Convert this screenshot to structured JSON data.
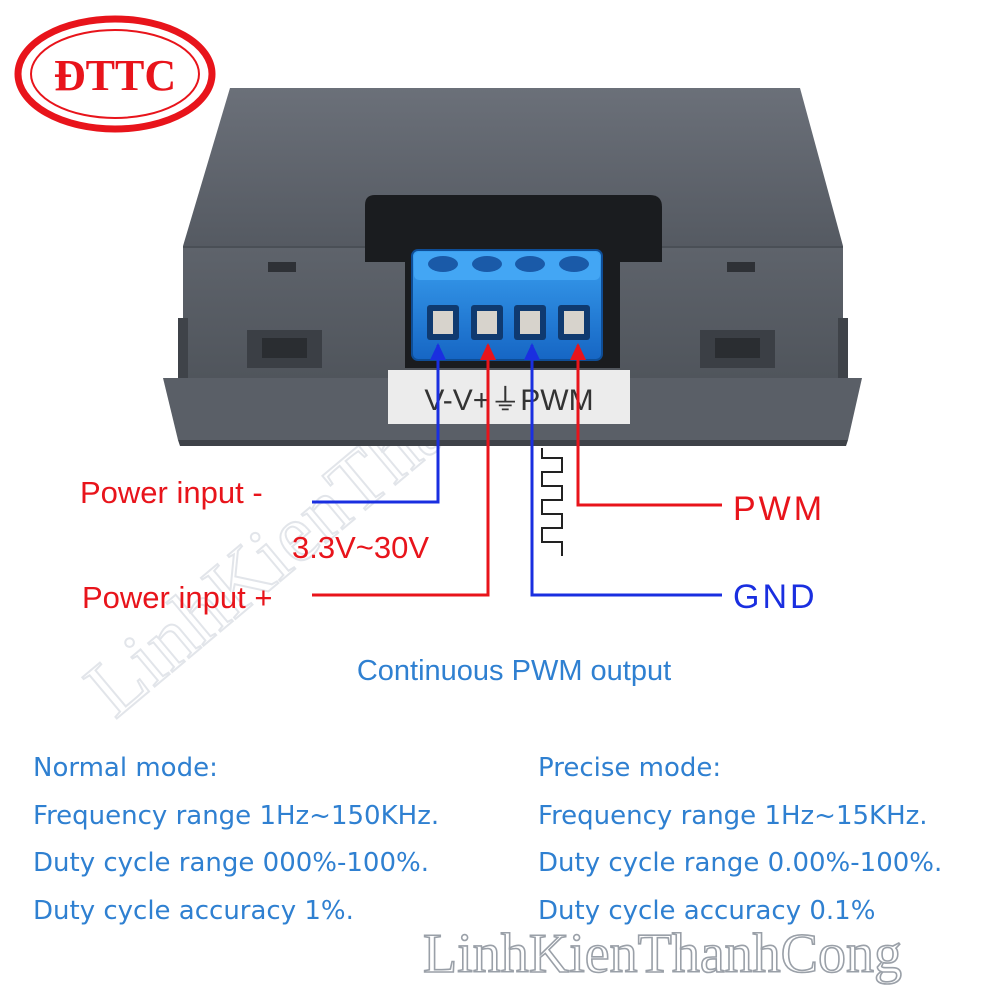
{
  "logo": {
    "text": "ĐTTC"
  },
  "watermark": {
    "diagonal": "LinhKienThanhCong",
    "bottom": "LinhKienThanhCong"
  },
  "terminal_label": {
    "text": "V-V+⏚PWM"
  },
  "labels": {
    "power_minus": "Power input -",
    "power_plus": "Power input +",
    "voltage": "3.3V~30V",
    "pwm": "PWM",
    "gnd": "GND",
    "continuous": "Continuous PWM output"
  },
  "normal_mode": {
    "title": "Normal mode:",
    "frequency": "Frequency range 1Hz~150KHz.",
    "duty_range": "Duty cycle range 000%-100%.",
    "duty_accuracy": "Duty cycle accuracy 1%."
  },
  "precise_mode": {
    "title": "Precise mode:",
    "frequency": "Frequency range 1Hz~15KHz.",
    "duty_range": "Duty cycle range 0.00%-100%.",
    "duty_accuracy": "Duty cycle accuracy 0.1%"
  },
  "colors": {
    "red": "#e8141b",
    "blue": "#1a2fe0",
    "text_blue": "#2f80d1",
    "housing": "#5b6069",
    "terminal": "#1f7fd6"
  }
}
